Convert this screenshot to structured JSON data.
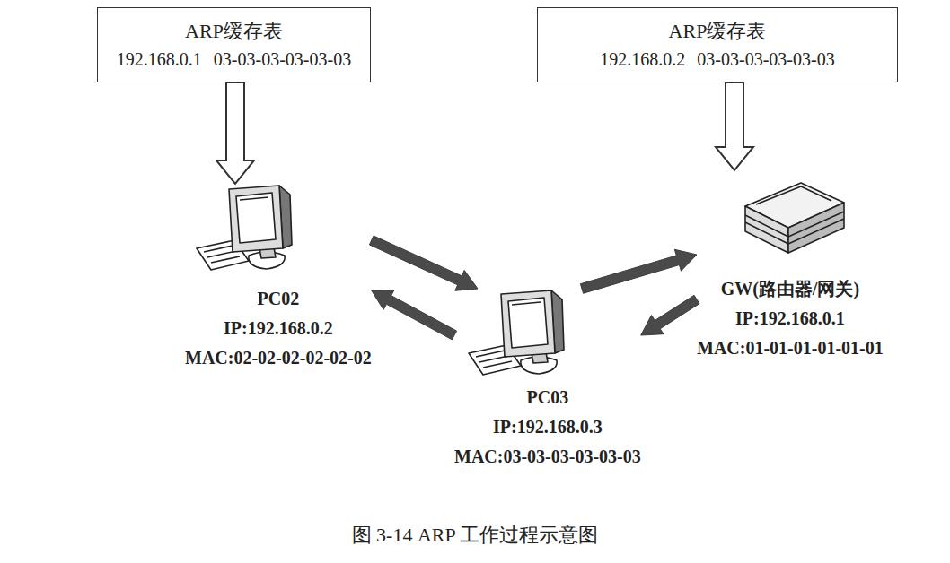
{
  "diagram": {
    "caption": "图 3-14 ARP 工作过程示意图",
    "nodes": [
      {
        "text": [
          "ARP缓存表",
          "192.168.0.1 03-03-03-03-03-03"
        ]
      },
      {
        "text": [
          "ARP缓存表",
          "192.168.0.2 03-03-03-03-03-03"
        ]
      },
      {
        "text": [
          "PC02",
          "IP:192.168.0.2",
          "MAC:02-02-02-02-02-02"
        ]
      },
      {
        "text": [
          "GW(路由器/网关)",
          "IP:192.168.0.1",
          "MAC:01-01-01-01-01-01"
        ]
      },
      {
        "text": [
          "PC03",
          "IP:192.168.0.3",
          "MAC:03-03-03-03-03-03"
        ]
      }
    ],
    "edges": [
      {
        "from": 0,
        "to": 2,
        "arrow": "to"
      },
      {
        "from": 1,
        "to": 3,
        "arrow": "to"
      },
      {
        "from": 2,
        "to": 4,
        "arrow": "to"
      },
      {
        "from": 4,
        "to": 2,
        "arrow": "to"
      },
      {
        "from": 4,
        "to": 3,
        "arrow": "to"
      },
      {
        "from": 3,
        "to": 4,
        "arrow": "to"
      }
    ]
  }
}
